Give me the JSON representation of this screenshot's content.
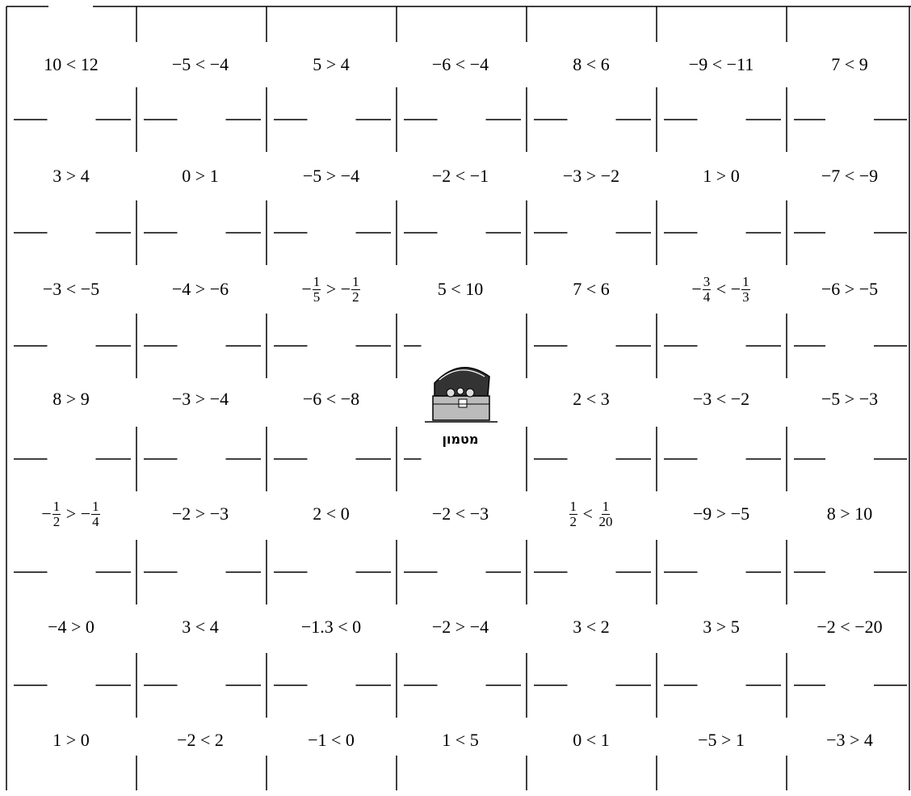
{
  "treasure": {
    "label": "מטמון",
    "icon": "treasure-chest-icon"
  },
  "cells": [
    [
      [
        [
          "10 < 12"
        ]
      ],
      [
        [
          "−5 < −4"
        ]
      ],
      [
        [
          "5 > 4"
        ]
      ],
      [
        [
          "−6 < −4"
        ]
      ],
      [
        [
          "8 < 6"
        ]
      ],
      [
        [
          "−9 < −11"
        ]
      ],
      [
        [
          "7 < 9"
        ]
      ]
    ],
    [
      [
        [
          "3 > 4"
        ]
      ],
      [
        [
          "0 > 1"
        ]
      ],
      [
        [
          "−5 > −4"
        ]
      ],
      [
        [
          "−2 < −1"
        ]
      ],
      [
        [
          "−3 > −2"
        ]
      ],
      [
        [
          "1 > 0"
        ]
      ],
      [
        [
          "−7 < −9"
        ]
      ]
    ],
    [
      [
        [
          "−3 < −5"
        ]
      ],
      [
        [
          "−4 > −6"
        ]
      ],
      [
        [
          "−"
        ],
        [
          "1",
          "5"
        ],
        [
          " > −"
        ],
        [
          "1",
          "2"
        ]
      ],
      [
        [
          "5 < 10"
        ]
      ],
      [
        [
          "7 < 6"
        ]
      ],
      [
        [
          "−"
        ],
        [
          "3",
          "4"
        ],
        [
          " < −"
        ],
        [
          "1",
          "3"
        ]
      ],
      [
        [
          "−6 > −5"
        ]
      ]
    ],
    [
      [
        [
          "8 > 9"
        ]
      ],
      [
        [
          "−3 > −4"
        ]
      ],
      [
        [
          "−6 < −8"
        ]
      ],
      null,
      [
        [
          "2 < 3"
        ]
      ],
      [
        [
          "−3 < −2"
        ]
      ],
      [
        [
          "−5 > −3"
        ]
      ]
    ],
    [
      [
        [
          "−"
        ],
        [
          "1",
          "2"
        ],
        [
          " > −"
        ],
        [
          "1",
          "4"
        ]
      ],
      [
        [
          "−2 > −3"
        ]
      ],
      [
        [
          "2 < 0"
        ]
      ],
      [
        [
          "−2 < −3"
        ]
      ],
      [
        [
          "1",
          "2"
        ],
        [
          " < "
        ],
        [
          "1",
          "20"
        ]
      ],
      [
        [
          "−9 > −5"
        ]
      ],
      [
        [
          "8 > 10"
        ]
      ]
    ],
    [
      [
        [
          "−4 > 0"
        ]
      ],
      [
        [
          "3 < 4"
        ]
      ],
      [
        [
          "−1.3 < 0"
        ]
      ],
      [
        [
          "−2 > −4"
        ]
      ],
      [
        [
          "3 < 2"
        ]
      ],
      [
        [
          "3 > 5"
        ]
      ],
      [
        [
          "−2 < −20"
        ]
      ]
    ],
    [
      [
        [
          "1 > 0"
        ]
      ],
      [
        [
          "−2 < 2"
        ]
      ],
      [
        [
          "−1 < 0"
        ]
      ],
      [
        [
          "1 < 5"
        ]
      ],
      [
        [
          "0 < 1"
        ]
      ],
      [
        [
          "−5 > 1"
        ]
      ],
      [
        [
          "−3 > 4"
        ]
      ]
    ]
  ]
}
